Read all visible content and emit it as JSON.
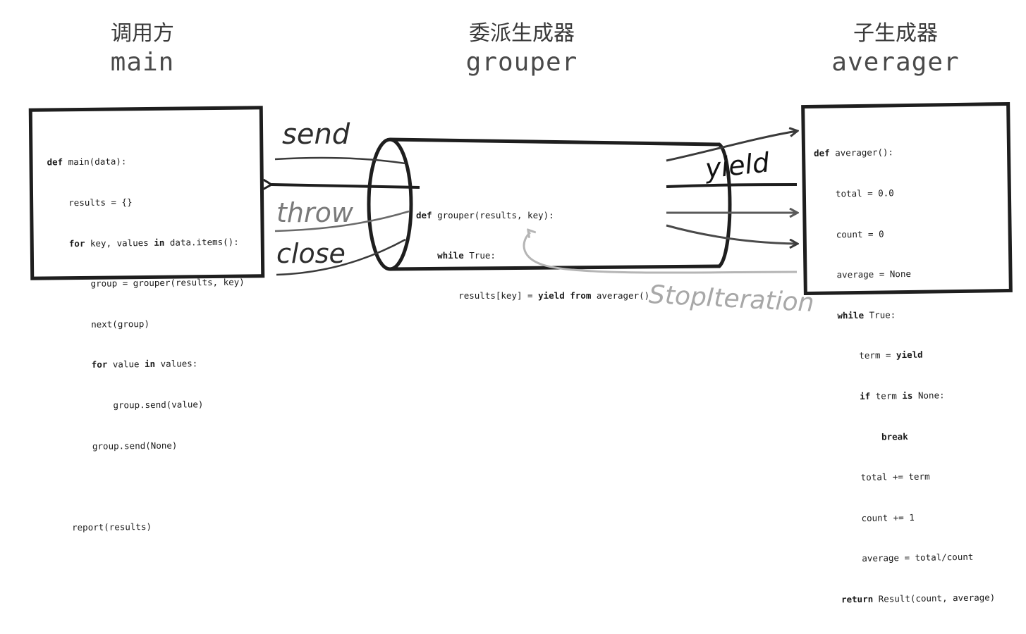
{
  "columns": {
    "main": {
      "title": "调用方",
      "subtitle": "main"
    },
    "grouper": {
      "title": "委派生成器",
      "subtitle": "grouper"
    },
    "averager": {
      "title": "子生成器",
      "subtitle": "averager"
    }
  },
  "main_code": [
    "def main(data):",
    "    results = {}",
    "    for key, values in data.items():",
    "        group = grouper(results, key)",
    "        next(group)",
    "        for value in values:",
    "            group.send(value)",
    "        group.send(None)",
    "",
    "    report(results)"
  ],
  "grouper_code": [
    "def grouper(results, key):",
    "    while True:",
    "        results[key] = yield from averager()"
  ],
  "averager_code": [
    "def averager():",
    "    total = 0.0",
    "    count = 0",
    "    average = None",
    "    while True:",
    "        term = yield",
    "        if term is None:",
    "            break",
    "        total += term",
    "        count += 1",
    "        average = total/count",
    "    return Result(count, average)"
  ],
  "labels": {
    "send": "send",
    "throw": "throw",
    "close": "close",
    "yield": "yield",
    "stop_iteration": "StopIteration"
  },
  "colors": {
    "ink": "#1e1e1e",
    "arrow_dark": "#3a3a3a",
    "arrow_gray": "#8a8a8a",
    "arrow_light": "#b5b5b5"
  }
}
